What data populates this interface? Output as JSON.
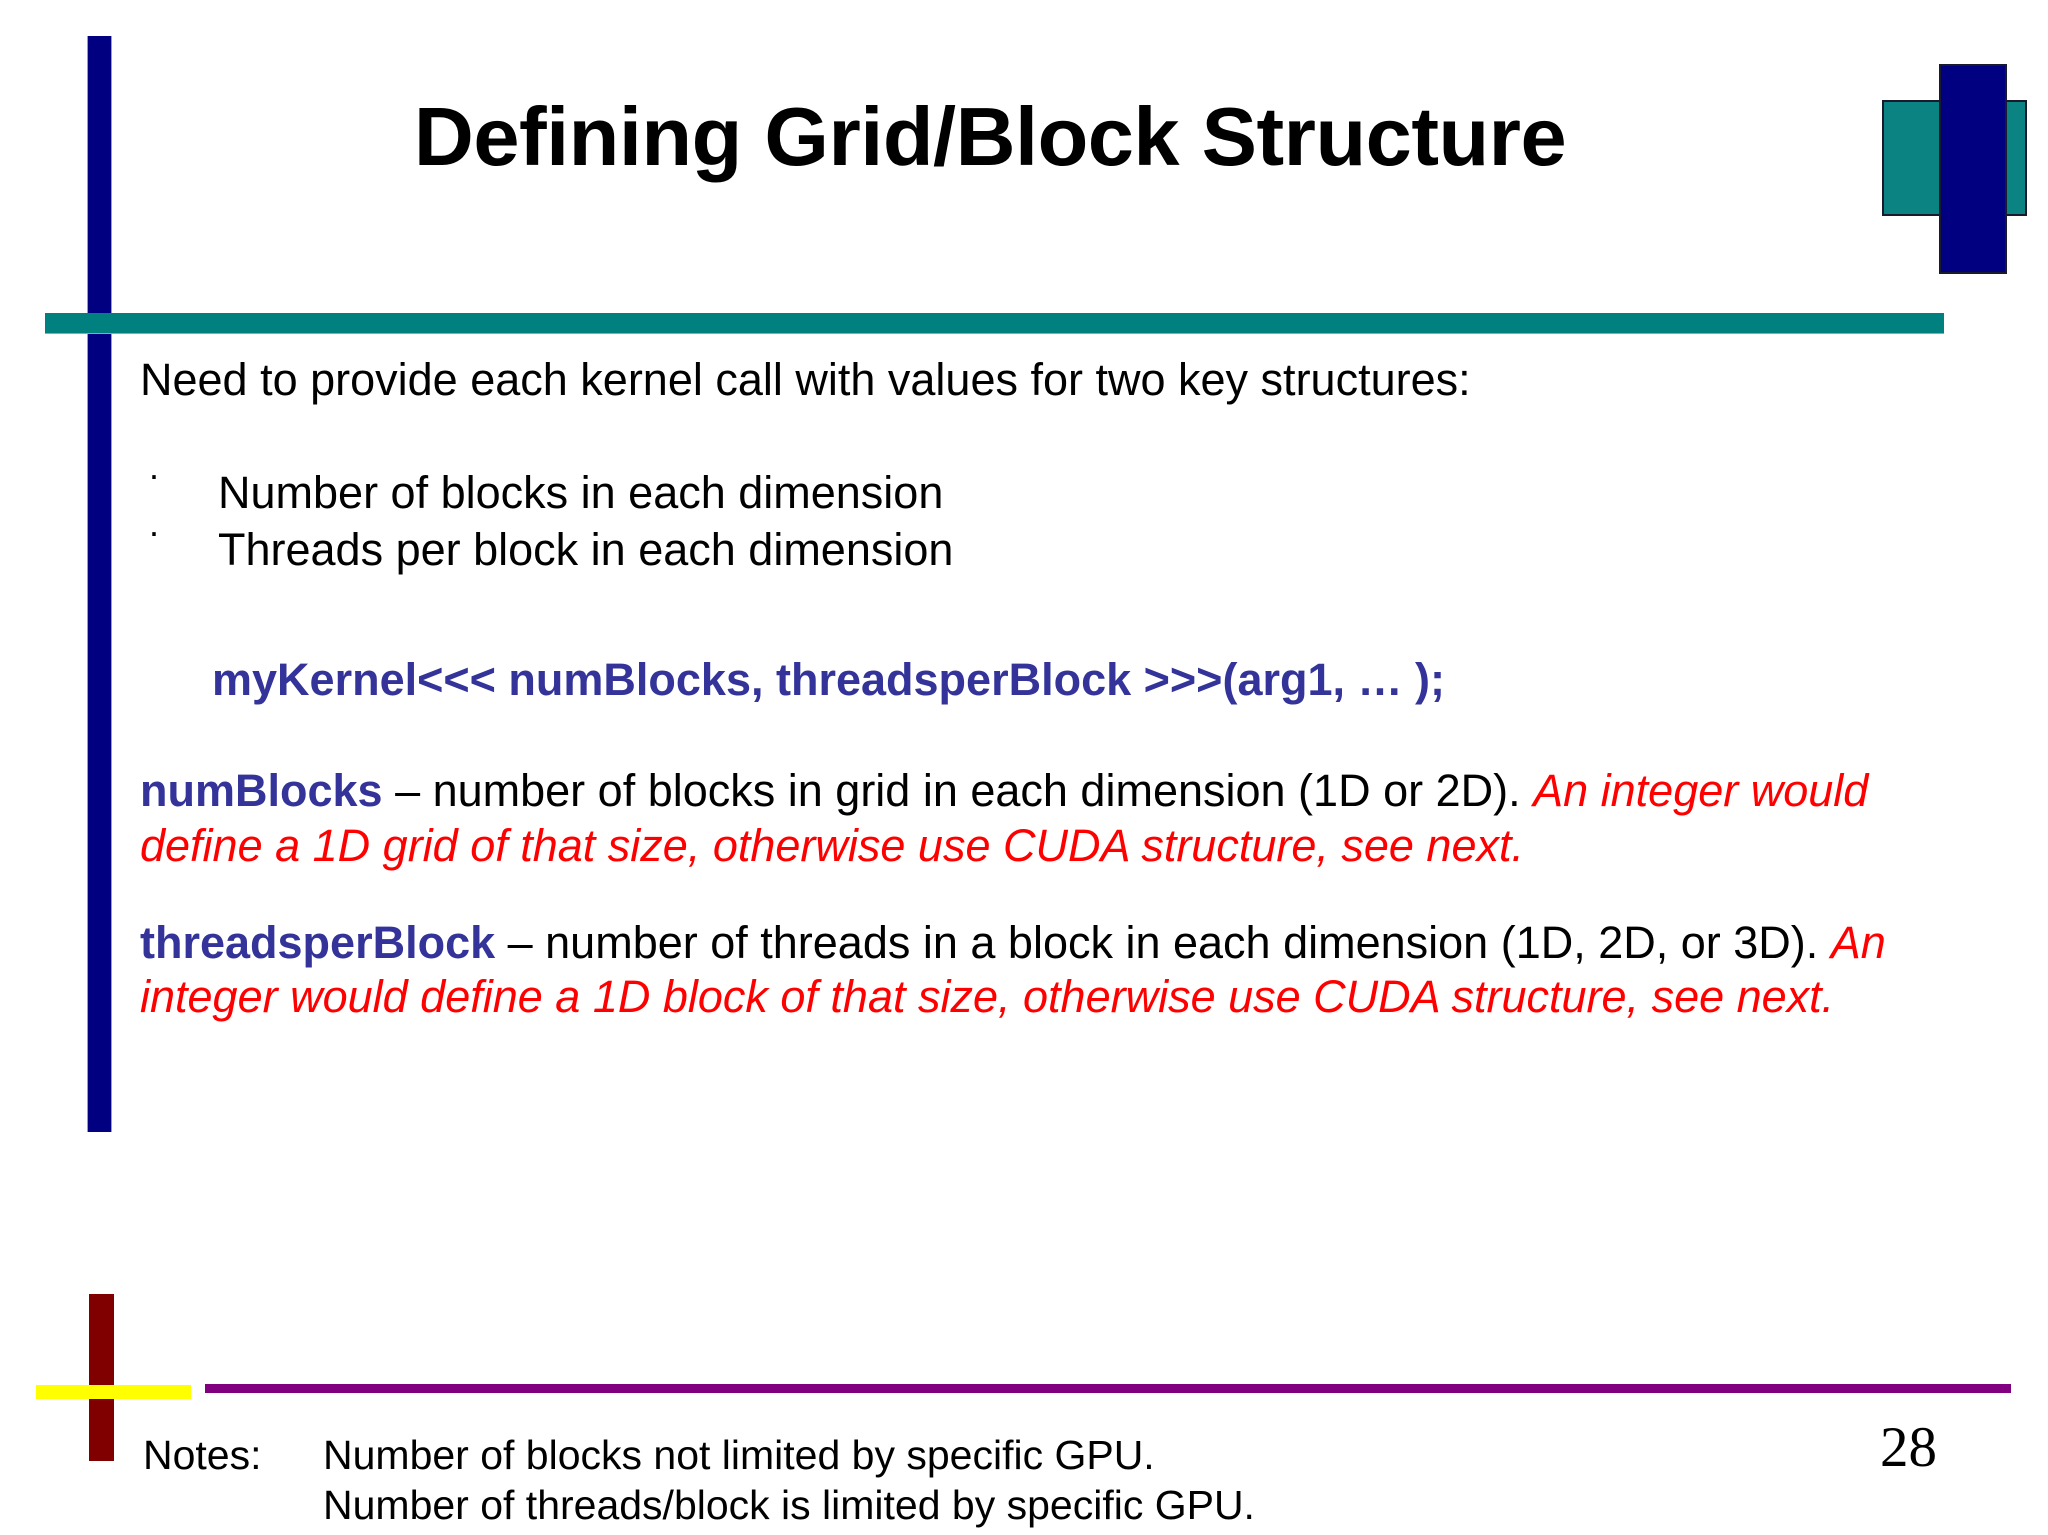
{
  "slide": {
    "title": "Defining Grid/Block Structure",
    "page_number": "28",
    "lead": "Need to provide each kernel call with values for two key structures:",
    "bullets": [
      {
        "marker": "·",
        "text": "Number of blocks in each dimension"
      },
      {
        "marker": "·",
        "text": "Threads per block in each dimension"
      }
    ],
    "code_line": "myKernel<<< numBlocks, threadsperBlock >>>(arg1, … );",
    "paragraphs": [
      {
        "keyword": "numBlocks",
        "plain": " – number of blocks in grid in each dimension (1D or 2D). ",
        "emphasis": "An integer would define a 1D grid of that size, otherwise use CUDA structure, see next."
      },
      {
        "keyword": "threadsperBlock",
        "plain": " – number of threads in a block in each dimension (1D, 2D, or 3D). ",
        "emphasis": "An integer would define a 1D block of that size, otherwise use CUDA structure, see next."
      }
    ],
    "notes": {
      "label": "Notes:",
      "lines": [
        "Number of blocks not limited by specific GPU.",
        "Number of threads/block is limited by specific GPU."
      ]
    }
  },
  "colors": {
    "navy": "#000080",
    "teal_bar": "#018080",
    "teal_rect": "#0b8383",
    "dark_red": "#800000",
    "yellow": "#ffff00",
    "purple": "#800080",
    "keyword_blue": "#333399",
    "emphasis_red": "#ff0000",
    "text_black": "#000000",
    "background": "#ffffff"
  }
}
